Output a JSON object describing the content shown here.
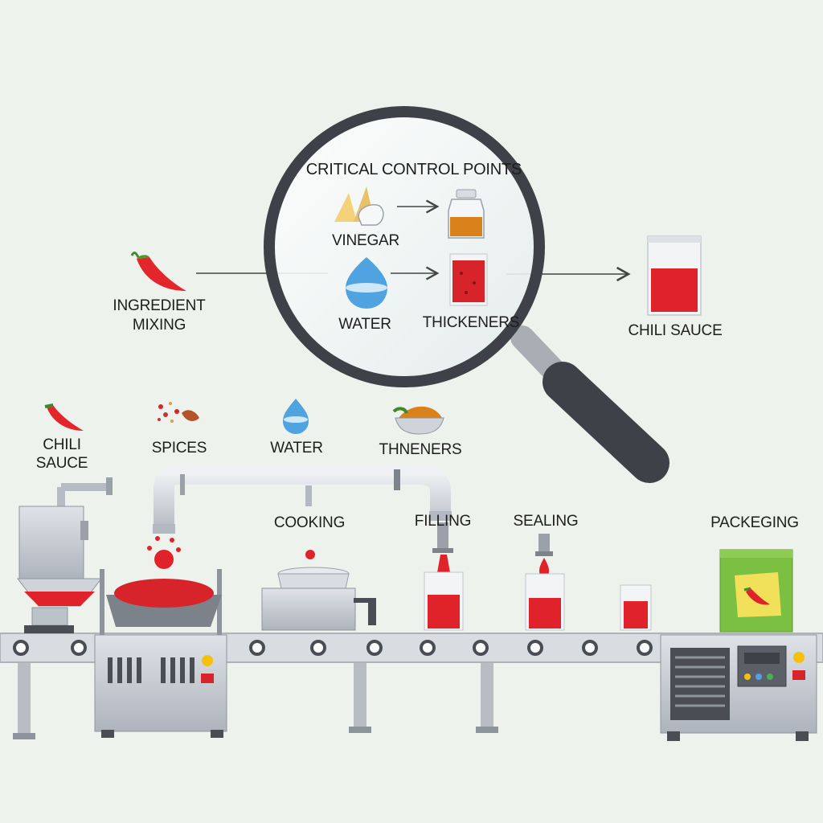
{
  "magnifier": {
    "title": "CRITICAL CONTROL POINTS",
    "items": {
      "vinegar": "VINEGAR",
      "water": "WATER",
      "thickeners": "THICKENERS"
    }
  },
  "flow": {
    "ingredient_mixing_line1": "INGREDIENT",
    "ingredient_mixing_line2": "MIXING",
    "output": "CHILI SAUCE"
  },
  "inputs": {
    "chili_line1": "CHILI",
    "chili_line2": "SAUCE",
    "spices": "SPICES",
    "water": "WATER",
    "thickeners": "THNENERS"
  },
  "stations": {
    "cooking": "COOKING",
    "filling": "FILLING",
    "sealing": "SEALING",
    "packaging": "PACKEGING"
  },
  "colors": {
    "sauce_red": "#e0232a",
    "machine_gray": "#c9ced6",
    "belt_gray": "#d9dce1",
    "package_green": "#7bc043",
    "water_blue": "#4fa3e0",
    "magnifier_frame": "#3e4147"
  }
}
